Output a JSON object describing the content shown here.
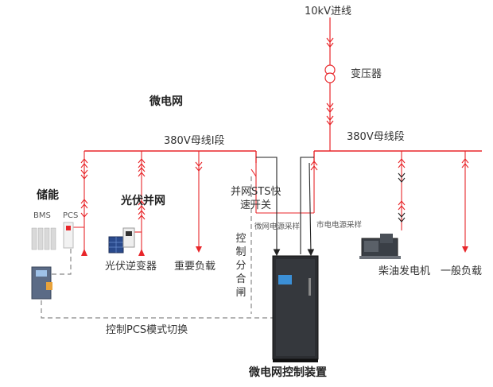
{
  "labels": {
    "incoming_10kv": "10kV进线",
    "transformer": "变压器",
    "microgrid": "微电网",
    "bus_left": "380V母线I段",
    "bus_right": "380V母线段",
    "storage": "储能",
    "bms": "BMS",
    "pcs": "PCS",
    "pv_grid": "光伏并网",
    "pv_inverter": "光伏逆变器",
    "critical_load": "重要负载",
    "sts_switch_line1": "并网STS快",
    "sts_switch_line2": "速开关",
    "microgrid_sampling": "微网电源采样",
    "utility_sampling": "市电电源采样",
    "control_open_close": [
      "控",
      "制",
      "分",
      "合",
      "闸"
    ],
    "diesel_generator": "柴油发电机",
    "general_load": "一般负载",
    "control_pcs_mode": "控制PCS模式切换",
    "controller": "微电网控制装置"
  },
  "colors": {
    "power_line": "#e8262a",
    "control_line": "#222222",
    "dashed_line": "#888888"
  }
}
